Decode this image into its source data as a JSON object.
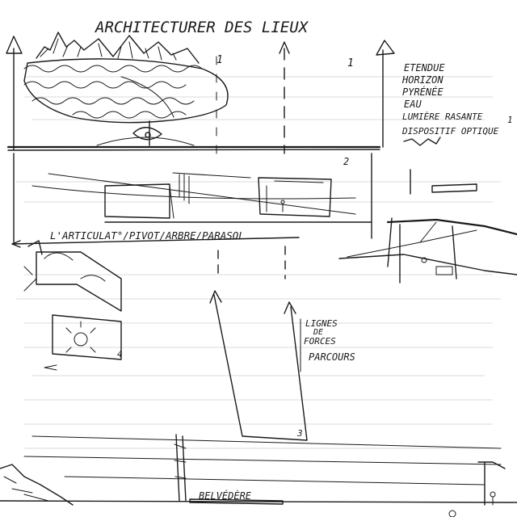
{
  "title": "ARCHITECTURER DES LIEUX",
  "legend": {
    "items": [
      "ETENDUE",
      "HORIZON",
      "PYRÉNÉE",
      "EAU",
      "LUMIÈRE RASANTE",
      "DISPOSITIF OPTIQUE"
    ]
  },
  "labels": {
    "articulation": "L'ARTICULAT°/PIVOT/ARBRE/PARASOL",
    "lignes": "LIGNES",
    "de": "DE",
    "forces": "FORCES",
    "parcours": "PARCOURS",
    "belvedere": "BELVÉDÈRE"
  },
  "markers": {
    "m1": "1",
    "m1b": "1",
    "m2": "2",
    "m3": "3",
    "m4": "4",
    "m5": "1"
  }
}
